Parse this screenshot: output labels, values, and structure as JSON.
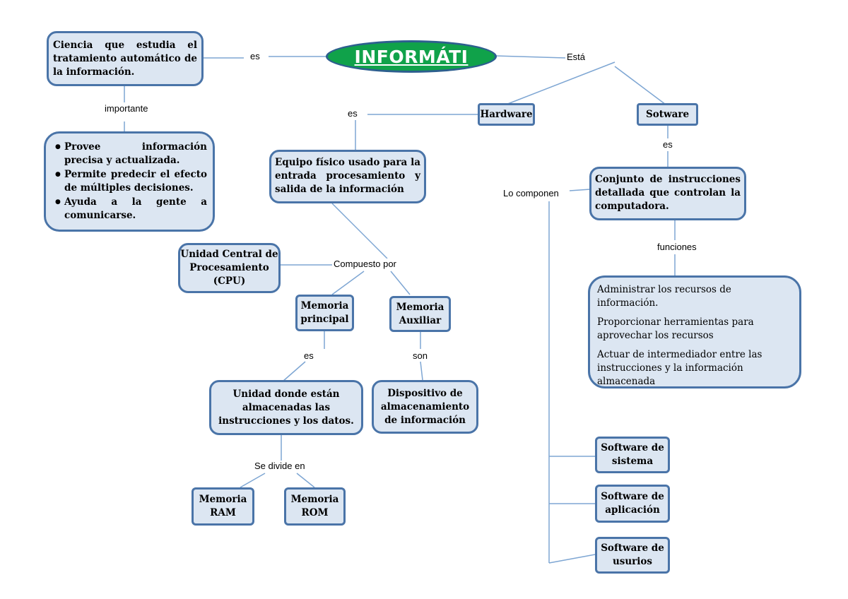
{
  "title": "INFORMÁTI",
  "definition": "Ciencia que estudia el tratamiento automático de la información.",
  "links": {
    "es_main": "es",
    "esta": "Está",
    "importante": "importante",
    "es_hardware": "es",
    "es_software": "es",
    "compuesto_por": "Compuesto por",
    "lo_componen": "Lo componen",
    "funciones": "funciones",
    "es_memoria": "es",
    "son": "son",
    "se_divide_en": "Se divide en"
  },
  "importance": [
    "Provee información precisa y actualizada.",
    "Permite predecir el efecto de múltiples decisiones.",
    "Ayuda a la gente a comunicarse."
  ],
  "hardware": {
    "label": "Hardware",
    "definition": "Equipo físico usado para la entrada procesamiento y salida de la información",
    "cpu": "Unidad Central de Procesamiento (CPU)",
    "main_memory": "Memoria principal",
    "aux_memory": "Memoria Auxiliar",
    "main_memory_def": "Unidad donde están almacenadas las instrucciones y los datos.",
    "aux_memory_def": "Dispositivo de almacenamiento de información",
    "ram": "Memoria RAM",
    "rom": "Memoria ROM"
  },
  "software": {
    "label": "Sotware",
    "definition": "Conjunto de instrucciones detallada que controlan la computadora.",
    "functions": [
      "Administrar los recursos de información.",
      "Proporcionar herramientas para aprovechar los recursos",
      "Actuar de intermediador entre las instrucciones y la información almacenada"
    ],
    "types": [
      "Software de sistema",
      "Software de aplicación",
      "Software de usurios"
    ]
  },
  "colors": {
    "box_fill": "#dce6f2",
    "box_border": "#4a74a8",
    "oval_fill": "#10a24a",
    "line": "#7ea6d3"
  }
}
